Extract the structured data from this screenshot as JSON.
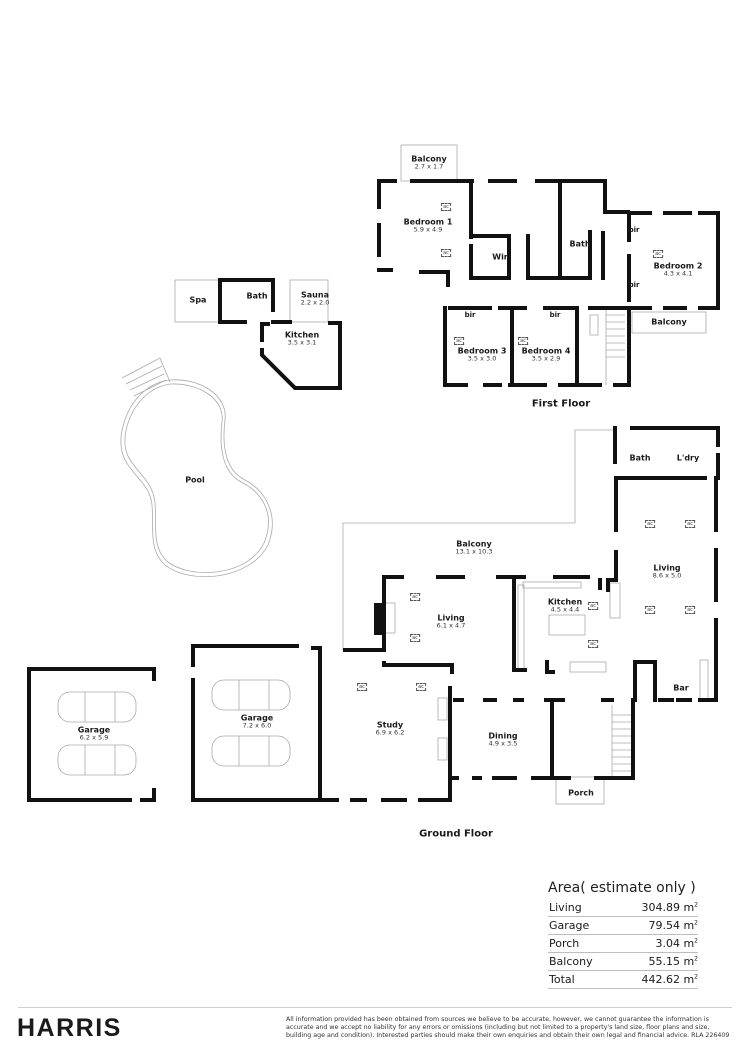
{
  "first_floor": {
    "title": "First Floor",
    "rooms": [
      {
        "name": "Balcony",
        "dim": "2.7 x 1.7"
      },
      {
        "name": "Bedroom 1",
        "dim": "5.9 x 4.9"
      },
      {
        "name": "Wir",
        "dim": ""
      },
      {
        "name": "Bath",
        "dim": ""
      },
      {
        "name": "Bedroom 2",
        "dim": "4.3 x 4.1"
      },
      {
        "name": "Balcony",
        "dim": ""
      },
      {
        "name": "Bedroom 3",
        "dim": "3.5 x 3.0"
      },
      {
        "name": "Bedroom 4",
        "dim": "3.5 x 2.9"
      }
    ],
    "labels": {
      "bir": "bir"
    }
  },
  "outbuilding": {
    "rooms": [
      {
        "name": "Spa",
        "dim": ""
      },
      {
        "name": "Bath",
        "dim": ""
      },
      {
        "name": "Sauna",
        "dim": "2.2 x 2.0"
      },
      {
        "name": "Kitchen",
        "dim": "3.5 x 3.1"
      },
      {
        "name": "Pool",
        "dim": ""
      }
    ]
  },
  "ground_floor": {
    "title": "Ground Floor",
    "rooms": [
      {
        "name": "Bath",
        "dim": ""
      },
      {
        "name": "L'dry",
        "dim": ""
      },
      {
        "name": "Living",
        "dim": "8.6 x 5.0"
      },
      {
        "name": "Balcony",
        "dim": "13.1 x 10.3"
      },
      {
        "name": "Living",
        "dim": "6.1 x 4.7"
      },
      {
        "name": "Kitchen",
        "dim": "4.5 x 4.4"
      },
      {
        "name": "Bar",
        "dim": ""
      },
      {
        "name": "Study",
        "dim": "6.9 x 6.2"
      },
      {
        "name": "Dining",
        "dim": "4.9 x 3.5"
      },
      {
        "name": "Porch",
        "dim": ""
      },
      {
        "name": "Garage",
        "dim": "7.2 x 6.0"
      },
      {
        "name": "Garage",
        "dim": "6.2 x 5.9"
      }
    ],
    "ac_label": "ac"
  },
  "area_table": {
    "title": "Area( estimate only )",
    "unit": "m",
    "rows": [
      {
        "label": "Living",
        "value": "304.89"
      },
      {
        "label": "Garage",
        "value": "79.54"
      },
      {
        "label": "Porch",
        "value": "3.04"
      },
      {
        "label": "Balcony",
        "value": "55.15"
      },
      {
        "label": "Total",
        "value": "442.62"
      }
    ]
  },
  "footer": {
    "brand": "HARRIS",
    "disclaimer": "All information provided has been obtained from sources we believe to be accurate, however, we cannot guarantee the information is accurate and we accept no liability for any errors or omissions (including but not limited to a property's land size, floor plans and size, building age and condition). Interested parties should make their own enquiries and obtain their own legal and financial advice. RLA 226409"
  }
}
